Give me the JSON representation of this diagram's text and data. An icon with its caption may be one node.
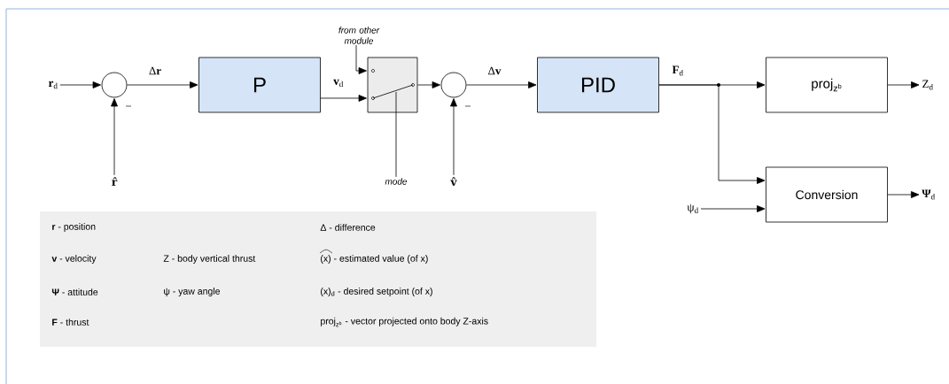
{
  "diagram": {
    "nodes": [
      {
        "text": [
          "**r**$_{d}$"
        ]
      },
      {
        "text": [],
        "shape": "circle"
      },
      {
        "text": [
          "**r̂**"
        ]
      },
      {
        "text": [
          "P"
        ]
      },
      {
        "text": [],
        "shape": "box"
      },
      {
        "text": [
          "from other module"
        ]
      },
      {
        "text": [
          "mode"
        ]
      },
      {
        "text": [],
        "shape": "circle"
      },
      {
        "text": [
          "**v̂**"
        ]
      },
      {
        "text": [
          "PID"
        ]
      },
      {
        "text": [
          "\\mathrm{proj}_{\\mathrm{z}^{\\mathrm{b}}}"
        ]
      },
      {
        "text": [
          "Conversion"
        ]
      },
      {
        "text": [
          "Z$_{d}$"
        ]
      },
      {
        "text": [
          "**Ψ**$_{d}$"
        ]
      },
      {
        "text": [
          "ψ$_{d}$"
        ]
      }
    ],
    "edges": [
      {
        "from": 0,
        "to": 1,
        "arrow": "to"
      },
      {
        "from": 1,
        "to": 3,
        "arrow": "to",
        "label": "Δ**r**"
      },
      {
        "from": 2,
        "to": 1,
        "arrow": "to",
        "label": "−"
      },
      {
        "from": 3,
        "to": 4,
        "arrow": "to",
        "label": "**v**$_{d}$"
      },
      {
        "from": 5,
        "to": 4,
        "arrow": "to"
      },
      {
        "from": 6,
        "to": 4,
        "arrow": "none"
      },
      {
        "from": 4,
        "to": 7,
        "arrow": "to"
      },
      {
        "from": 8,
        "to": 7,
        "arrow": "to",
        "label": "−"
      },
      {
        "from": 7,
        "to": 9,
        "arrow": "to",
        "label": "Δ**v**"
      },
      {
        "from": 9,
        "to": 10,
        "arrow": "to",
        "label": "**F**$_{d}$"
      },
      {
        "from": 9,
        "to": 11,
        "arrow": "to"
      },
      {
        "from": 14,
        "to": 11,
        "arrow": "to"
      },
      {
        "from": 10,
        "to": 12,
        "arrow": "to"
      },
      {
        "from": 11,
        "to": 13,
        "arrow": "to"
      }
    ],
    "labels": [
      "**r** - position",
      "Δ - difference",
      "**v** - velocity",
      "Z - body vertical thrust",
      "(x) - estimated value (of x)",
      "**Ψ** - attitude",
      "ψ - yaw angle",
      "(x)$_{d}$ - desired setpoint (of x)",
      "**F** - thrust",
      "\\mathrm{proj}_{\\mathrm{z}^{\\mathrm{b}}}\\mbox{ - vector projected onto body Z-axis}"
    ]
  }
}
